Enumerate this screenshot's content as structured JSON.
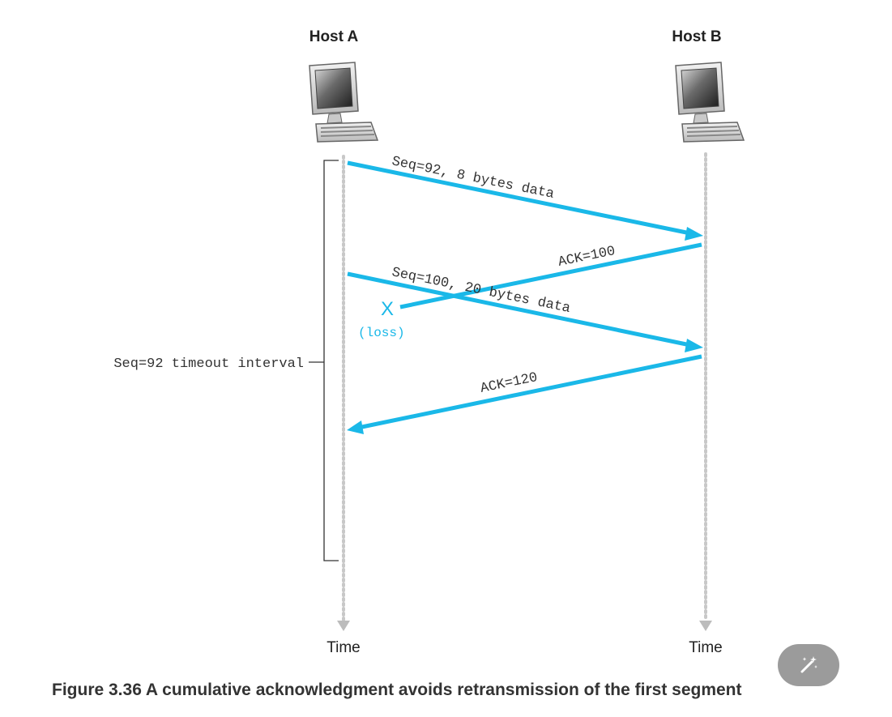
{
  "diagram": {
    "host_a_label": "Host A",
    "host_b_label": "Host B",
    "time_label_a": "Time",
    "time_label_b": "Time",
    "timeout_label": "Seq=92 timeout interval",
    "messages": [
      {
        "label": "Seq=92, 8 bytes data",
        "from": "Host A",
        "to": "Host B"
      },
      {
        "label": "ACK=100",
        "from": "Host B",
        "to": "Host A",
        "lost": true
      },
      {
        "label": "Seq=100, 20 bytes data",
        "from": "Host A",
        "to": "Host B"
      },
      {
        "label": "ACK=120",
        "from": "Host B",
        "to": "Host A"
      }
    ],
    "loss_mark": "X",
    "loss_label": "(loss)",
    "arrow_color": "#1ab8e8"
  },
  "caption": "Figure 3.36 A cumulative acknowledgment avoids retransmission of the first segment",
  "magic_button_icon": "magic-wand-icon"
}
